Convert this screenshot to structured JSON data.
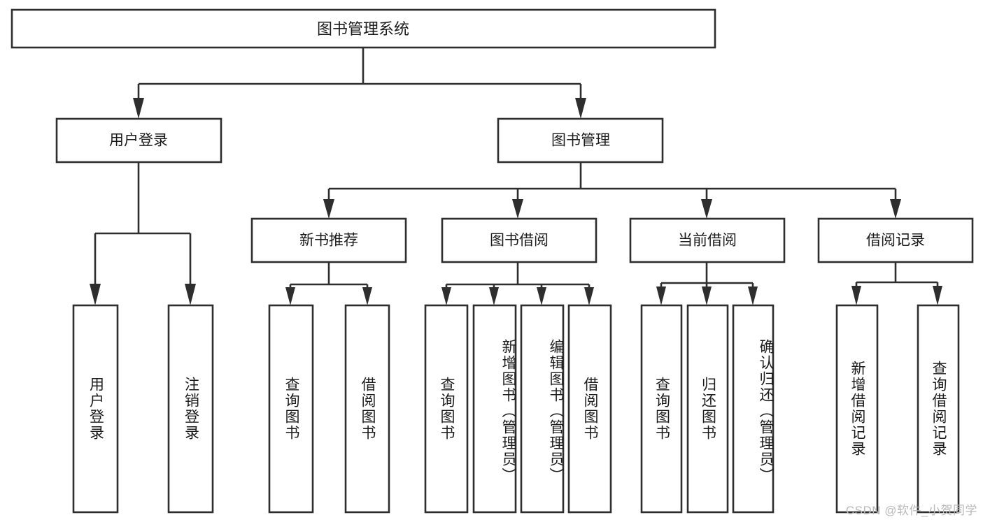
{
  "diagram": {
    "title": "图书管理系统",
    "watermark": "CSDN @软件_小贺同学",
    "colors": {
      "stroke": "#2e2e2e",
      "fill": "#ffffff",
      "text": "#1b1b1b",
      "watermark": "#b9b9b9",
      "background": "#ffffff"
    },
    "nodes": {
      "root": {
        "label": "图书管理系统"
      },
      "level2": [
        {
          "id": "user-login",
          "label": "用户登录"
        },
        {
          "id": "book-manage",
          "label": "图书管理"
        }
      ],
      "level3": [
        {
          "id": "new-book-recommend",
          "label": "新书推荐"
        },
        {
          "id": "book-borrow",
          "label": "图书借阅"
        },
        {
          "id": "current-borrow",
          "label": "当前借阅"
        },
        {
          "id": "borrow-record",
          "label": "借阅记录"
        }
      ],
      "leaves": {
        "user-login": [
          {
            "id": "leaf-user-login",
            "label": "用户登录"
          },
          {
            "id": "leaf-logout-login",
            "label": "注销登录"
          }
        ],
        "new-book-recommend": [
          {
            "id": "leaf-query-book-1",
            "label": "查询图书"
          },
          {
            "id": "leaf-borrow-book-1",
            "label": "借阅图书"
          }
        ],
        "book-borrow": [
          {
            "id": "leaf-query-book-2",
            "label": "查询图书"
          },
          {
            "id": "leaf-add-book-admin",
            "label": "新增图书（管理员）"
          },
          {
            "id": "leaf-edit-book-admin",
            "label": "编辑图书（管理员）"
          },
          {
            "id": "leaf-borrow-book-2",
            "label": "借阅图书"
          }
        ],
        "current-borrow": [
          {
            "id": "leaf-query-book-3",
            "label": "查询图书"
          },
          {
            "id": "leaf-return-book",
            "label": "归还图书"
          },
          {
            "id": "leaf-confirm-return-admin",
            "label": "确认归还（管理员）"
          }
        ],
        "borrow-record": [
          {
            "id": "leaf-add-borrow-record",
            "label": "新增借阅记录"
          },
          {
            "id": "leaf-query-borrow-record",
            "label": "查询借阅记录"
          }
        ]
      }
    }
  }
}
